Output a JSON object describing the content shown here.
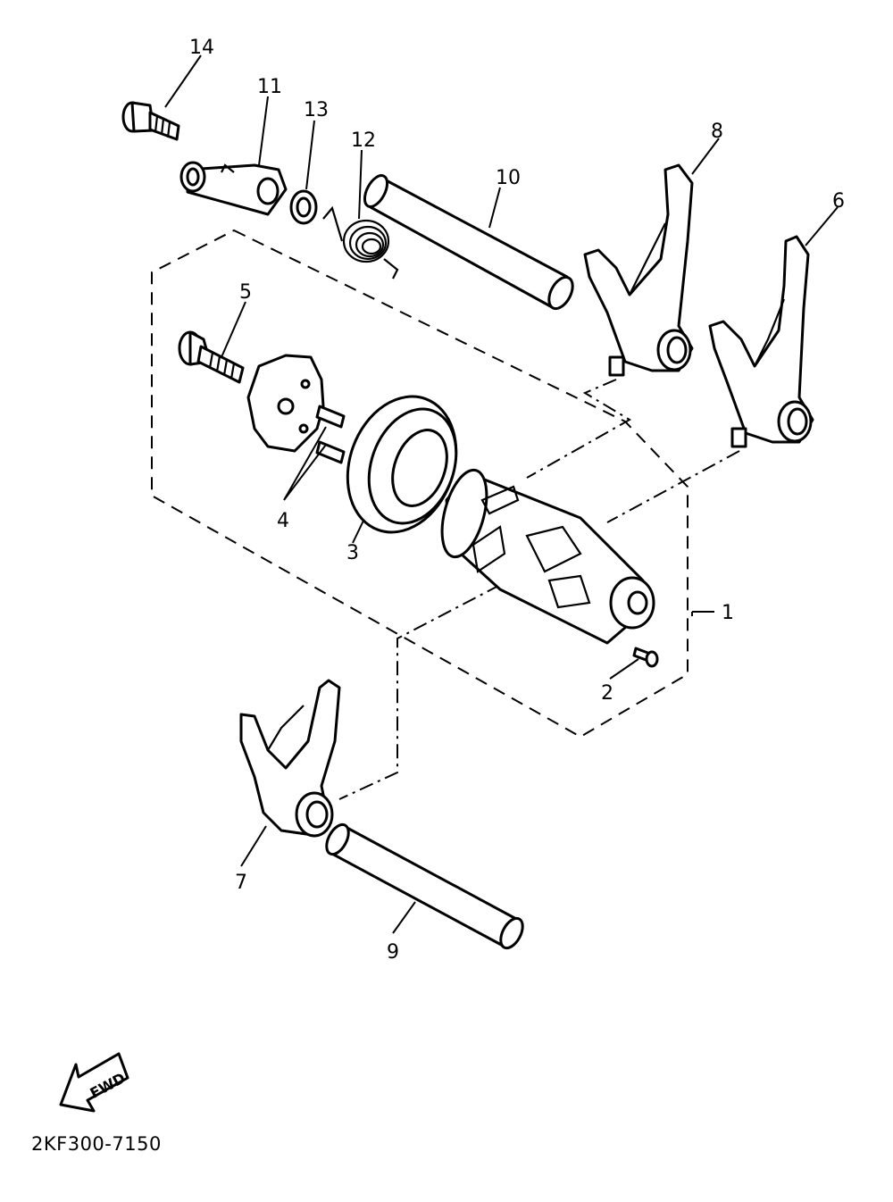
{
  "diagram": {
    "code": "2KF300-7150",
    "fwd_label": "FWD",
    "labels": {
      "p1": "1",
      "p2": "2",
      "p3": "3",
      "p4": "4",
      "p5": "5",
      "p6": "6",
      "p7": "7",
      "p8": "8",
      "p9": "9",
      "p10": "10",
      "p11": "11",
      "p12": "12",
      "p13": "13",
      "p14": "14"
    }
  }
}
